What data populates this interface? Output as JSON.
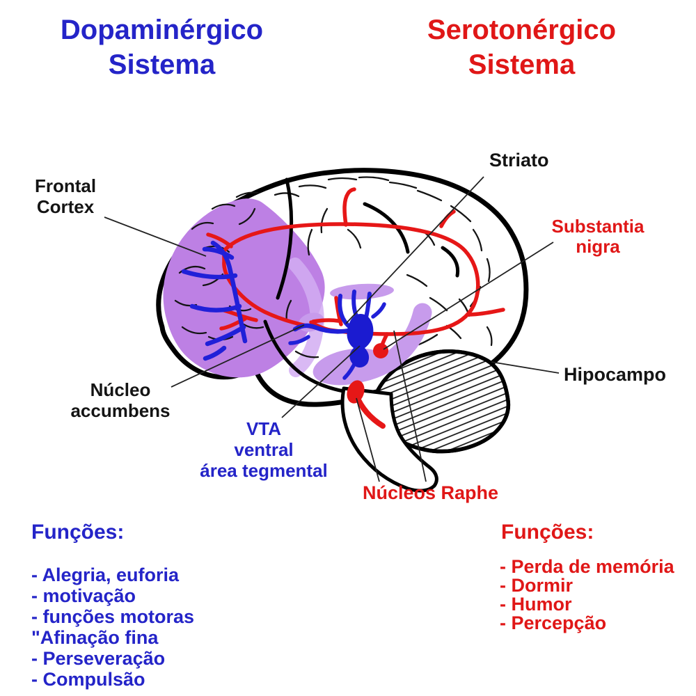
{
  "colors": {
    "blue": "#2424c8",
    "red": "#e01717",
    "ink": "#141414",
    "purple": "#bd80e4",
    "purple-light": "#d2adf2",
    "lavender": "#c79bec",
    "path-red": "#e61717",
    "path-blue": "#2020d8",
    "glob-blue": "#1b1bd0",
    "line": "#222222"
  },
  "titles": {
    "left": "Dopaminérgico\nSistema",
    "right": "Serotonérgico\nSistema"
  },
  "labels": {
    "frontal_cortex": "Frontal\nCortex",
    "striato": "Striato",
    "substantia_nigra": "Substantia\nnigra",
    "hipocampo": "Hipocampo",
    "nucleo_accumbens": "Núcleo\naccumbens",
    "vta": "VTA\nventral\nárea tegmental",
    "nucleos_raphe": "Núcleos Raphe"
  },
  "functions_left": {
    "heading": "Funções:",
    "items": [
      "- Alegria, euforia",
      "- motivação",
      "- funções motoras",
      " \"Afinação fina",
      "- Perseveração",
      "- Compulsão"
    ]
  },
  "functions_right": {
    "heading": "Funções:",
    "items": [
      "- Perda de memória",
      "- Dormir",
      "- Humor",
      "- Percepção"
    ]
  }
}
